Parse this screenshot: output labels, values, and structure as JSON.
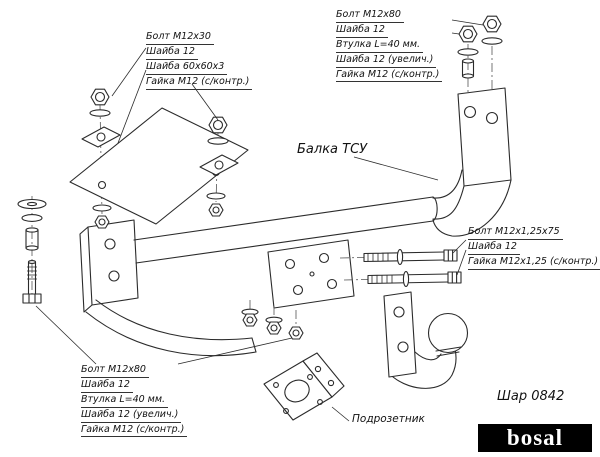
{
  "callouts": {
    "top_left": {
      "lines": [
        "Болт М12х30",
        "Шайба 12",
        "Шайба 60х60х3",
        "Гайка М12 (с/контр.)"
      ]
    },
    "top_right": {
      "lines": [
        "Болт М12х80",
        "Шайба 12",
        "Втулка L=40 мм.",
        "Шайба 12 (увелич.)",
        "Гайка М12 (с/контр.)"
      ]
    },
    "right": {
      "lines": [
        "Болт М12х1,25х75",
        "Шайба 12",
        "Гайка М12х1,25 (с/контр.)"
      ]
    },
    "bottom_left": {
      "lines": [
        "Болт М12х80",
        "Шайба 12",
        "Втулка L=40 мм.",
        "Шайба 12 (увелич.)",
        "Гайка М12 (с/контр.)"
      ]
    }
  },
  "labels": {
    "beam": "Балка ТСУ",
    "socket": "Подрозетник",
    "ball": "Шар 0842",
    "brand": "bosal"
  },
  "colors": {
    "line": "#2b2b2b",
    "background": "#ffffff",
    "brand_bg": "#000000",
    "brand_text": "#ffffff"
  }
}
